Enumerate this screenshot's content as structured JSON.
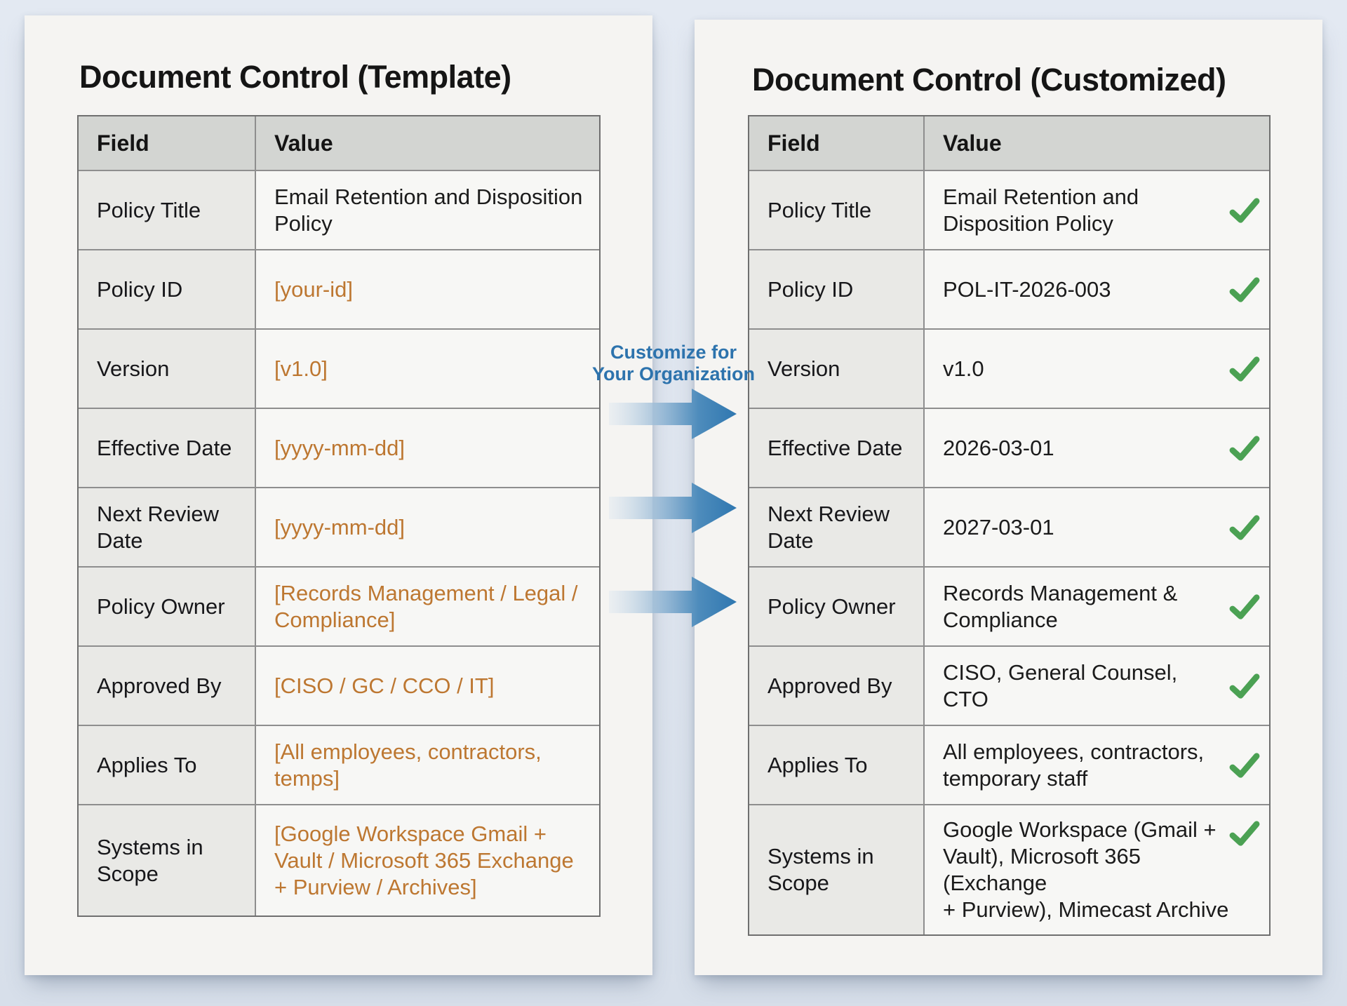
{
  "left_panel": {
    "title": "Document Control (Template)",
    "columns": {
      "field": "Field",
      "value": "Value"
    },
    "rows": [
      {
        "field": "Policy Title",
        "value": "Email Retention and Disposition\nPolicy",
        "placeholder": false
      },
      {
        "field": "Policy ID",
        "value": "[your-id]",
        "placeholder": true
      },
      {
        "field": "Version",
        "value": "[v1.0]",
        "placeholder": true
      },
      {
        "field": "Effective Date",
        "value": "[yyyy-mm-dd]",
        "placeholder": true
      },
      {
        "field": "Next Review\nDate",
        "value": "[yyyy-mm-dd]",
        "placeholder": true
      },
      {
        "field": "Policy Owner",
        "value": "[Records Management / Legal /\nCompliance]",
        "placeholder": true
      },
      {
        "field": "Approved By",
        "value": "[CISO / GC / CCO / IT]",
        "placeholder": true
      },
      {
        "field": "Applies To",
        "value": "[All employees, contractors,\ntemps]",
        "placeholder": true
      },
      {
        "field": "Systems in\nScope",
        "value": "[Google Workspace Gmail +\nVault / Microsoft 365 Exchange\n+ Purview / Archives]",
        "placeholder": true
      }
    ]
  },
  "right_panel": {
    "title": "Document Control (Customized)",
    "columns": {
      "field": "Field",
      "value": "Value"
    },
    "rows": [
      {
        "field": "Policy Title",
        "value": "Email Retention and\nDisposition Policy",
        "checked": true
      },
      {
        "field": "Policy ID",
        "value": "POL-IT-2026-003",
        "checked": true
      },
      {
        "field": "Version",
        "value": "v1.0",
        "checked": true
      },
      {
        "field": "Effective Date",
        "value": "2026-03-01",
        "checked": true
      },
      {
        "field": "Next Review\nDate",
        "value": "2027-03-01",
        "checked": true
      },
      {
        "field": "Policy Owner",
        "value": "Records Management &\nCompliance",
        "checked": true
      },
      {
        "field": "Approved By",
        "value": "CISO, General Counsel, CTO",
        "checked": true
      },
      {
        "field": "Applies To",
        "value": "All employees, contractors,\ntemporary staff",
        "checked": true
      },
      {
        "field": "Systems in\nScope",
        "value": "Google Workspace (Gmail +\nVault), Microsoft 365 (Exchange\n+ Purview), Mimecast Archive",
        "checked": true
      }
    ]
  },
  "connector": {
    "label_line1": "Customize for",
    "label_line2": "Your Organization",
    "arrow_count": 3
  },
  "colors": {
    "placeholder_text": "#bd7731",
    "accent_blue": "#2d73ad",
    "check_green": "#4ba153",
    "header_row_bg": "#d3d5d2",
    "page_bg": "#f5f4f2",
    "canvas_bg": "#dfe5ee"
  }
}
